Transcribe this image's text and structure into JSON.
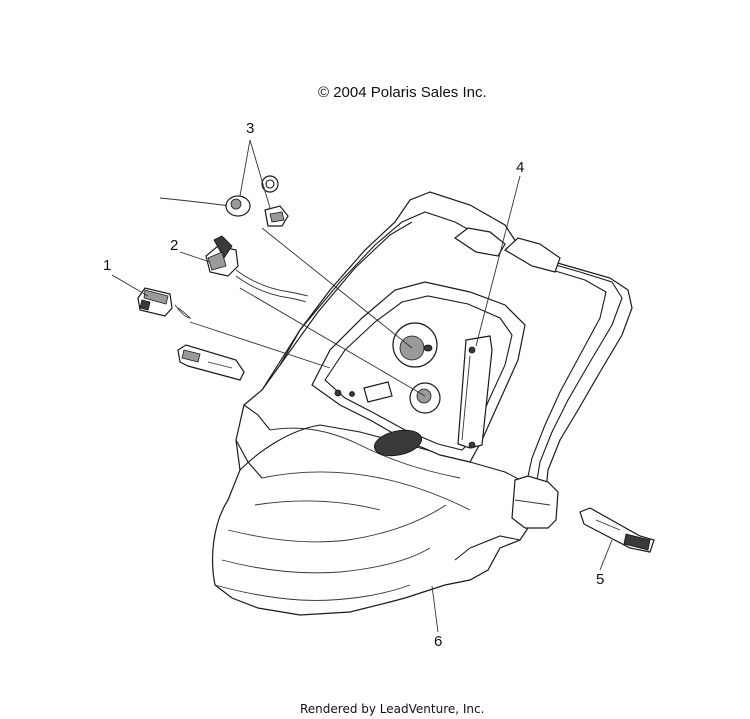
{
  "header": {
    "copyright": "© 2004 Polaris Sales Inc."
  },
  "footer": {
    "rendered_by": "Rendered by LeadVenture, Inc."
  },
  "callouts": [
    {
      "id": "1",
      "label": "1"
    },
    {
      "id": "2",
      "label": "2"
    },
    {
      "id": "3",
      "label": "3"
    },
    {
      "id": "4",
      "label": "4"
    },
    {
      "id": "5",
      "label": "5"
    },
    {
      "id": "6",
      "label": "6"
    }
  ]
}
